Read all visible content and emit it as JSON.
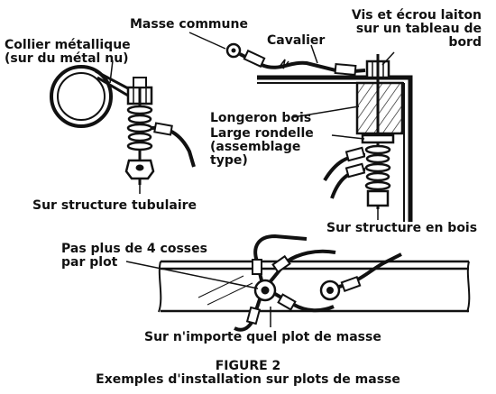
{
  "labels": {
    "masse_commune": "Masse commune",
    "vis_ecrou_1": "Vis et écrou laiton",
    "vis_ecrou_2": "sur un tableau de",
    "vis_ecrou_3": "bord",
    "collier_1": "Collier métallique",
    "collier_2": "(sur du métal nu)",
    "cavalier": "Cavalier",
    "longeron": "Longeron bois",
    "rondelle_1": "Large rondelle",
    "rondelle_2": "(assemblage",
    "rondelle_3": "type)",
    "sur_tubulaire": "Sur structure tubulaire",
    "sur_bois": "Sur structure en bois",
    "pas_plus_1": "Pas plus de 4 cosses",
    "pas_plus_2": "par plot",
    "sur_plot": "Sur n'importe quel plot de masse",
    "figure_num": "FIGURE 2",
    "figure_caption": "Exemples d'installation sur plots de masse"
  }
}
